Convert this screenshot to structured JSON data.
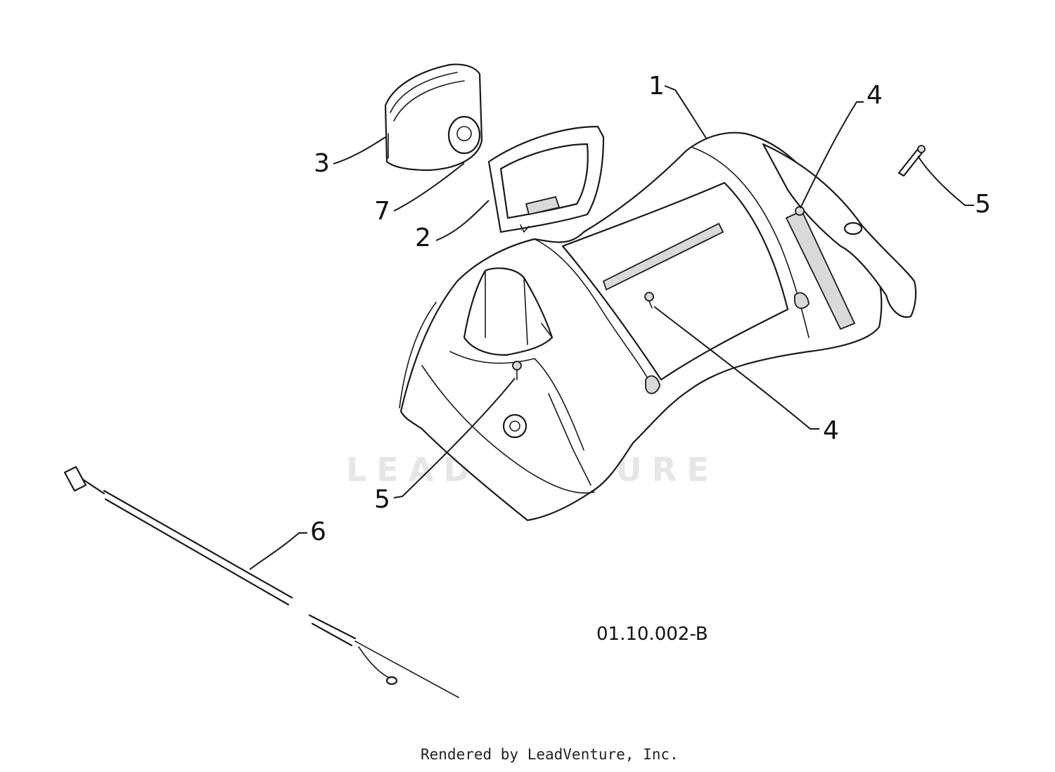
{
  "callouts": {
    "c1": "1",
    "c2": "2",
    "c3": "3",
    "c4_top": "4",
    "c4_mid": "4",
    "c5_right": "5",
    "c5_left": "5",
    "c6": "6",
    "c7": "7"
  },
  "diagram_code": "01.10.002-B",
  "footer": "Rendered by LeadVenture, Inc.",
  "watermark": "LEADVENTURE",
  "colors": {
    "line": "#1a1a1a",
    "shade": "#d9d9d9",
    "background": "#ffffff"
  }
}
